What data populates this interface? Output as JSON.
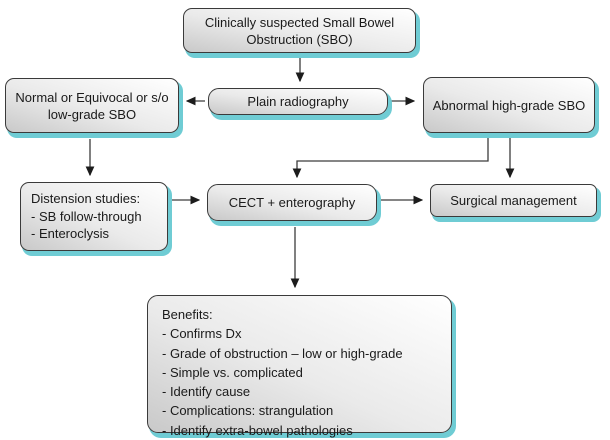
{
  "diagram": {
    "title": "Small Bowel Obstruction (SBO) imaging workup flowchart",
    "type": "flowchart"
  },
  "colors": {
    "box_shadow_teal": "#6fccd4",
    "box_border": "#3a3a3a",
    "box_fill_light": "#ffffff",
    "box_fill_dark": "#c9c9c9",
    "arrow": "#3c3c3c",
    "background": "#ffffff"
  },
  "nodes": {
    "clinical": {
      "label": "Clinically suspected Small Bowel Obstruction (SBO)"
    },
    "plain": {
      "label": "Plain radiography"
    },
    "normal": {
      "label": "Normal or Equivocal or s/o low-grade SBO"
    },
    "abnormal": {
      "label": "Abnormal high-grade SBO"
    },
    "distension": {
      "lines": [
        "Distension studies:",
        "- SB follow-through",
        "- Enteroclysis"
      ]
    },
    "cect": {
      "label": "CECT + enterography"
    },
    "surgical": {
      "label": "Surgical management"
    },
    "benefits": {
      "lines": [
        "Benefits:",
        "- Confirms Dx",
        "- Grade of obstruction – low or high-grade",
        "- Simple vs. complicated",
        "- Identify cause",
        "- Complications: strangulation",
        "- Identify extra-bowel pathologies"
      ]
    }
  },
  "edges": [
    {
      "from": "clinical",
      "to": "plain"
    },
    {
      "from": "plain",
      "to": "normal"
    },
    {
      "from": "plain",
      "to": "abnormal"
    },
    {
      "from": "normal",
      "to": "distension"
    },
    {
      "from": "abnormal",
      "to": "cect"
    },
    {
      "from": "abnormal",
      "to": "surgical"
    },
    {
      "from": "distension",
      "to": "cect"
    },
    {
      "from": "cect",
      "to": "surgical"
    },
    {
      "from": "cect",
      "to": "benefits"
    }
  ]
}
